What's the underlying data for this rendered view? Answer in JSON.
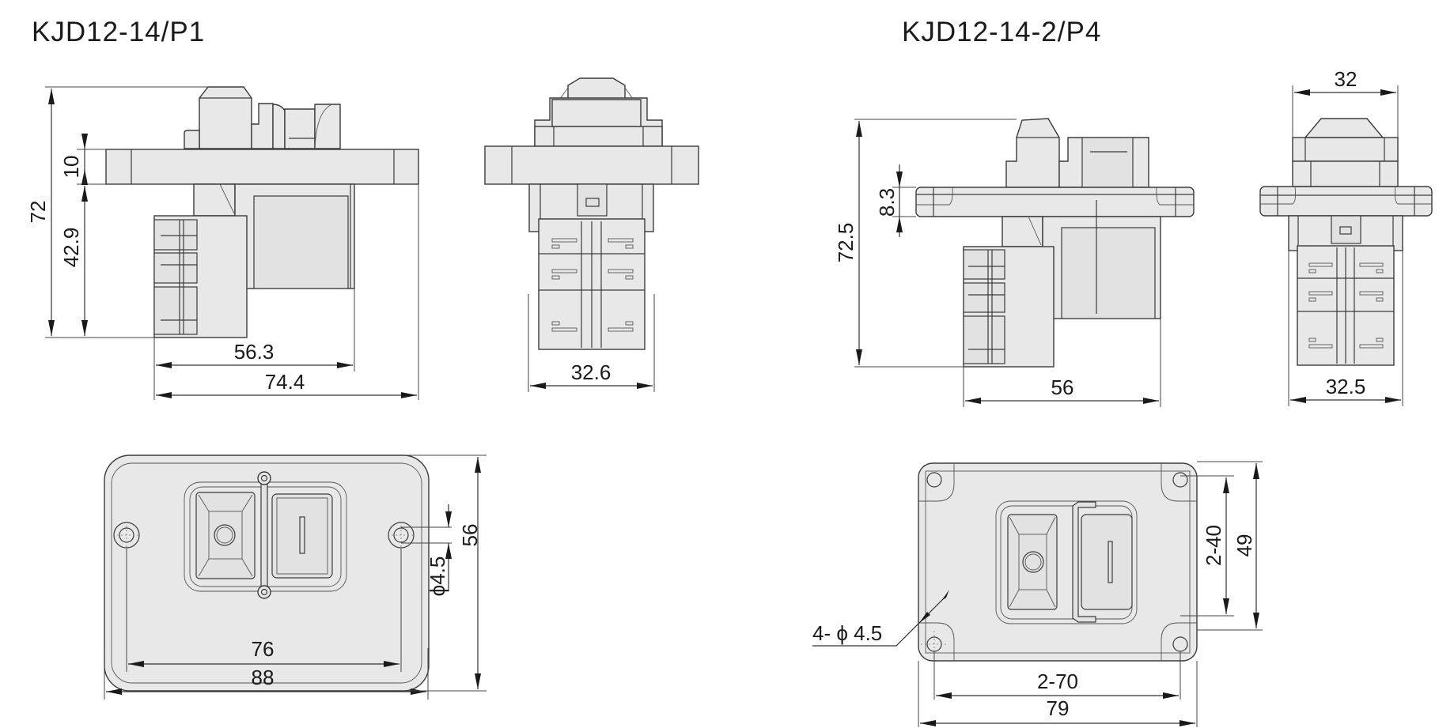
{
  "models": [
    {
      "name": "KJD12-14/P1",
      "side_view": {
        "overall_height": "72",
        "flange_thickness": "10",
        "below_flange_height": "42.9",
        "body_depth": "56.3",
        "overall_depth": "74.4"
      },
      "front_view": {
        "body_width": "32.6"
      },
      "top_view": {
        "hole_spacing": "76",
        "plate_width": "88",
        "plate_height": "56",
        "hole_diameter": "ϕ4.5"
      }
    },
    {
      "name": "KJD12-14-2/P4",
      "side_view": {
        "overall_height": "72.5",
        "flange_thickness": "8.3",
        "overall_depth": "56"
      },
      "front_view": {
        "top_width": "32",
        "body_width": "32.5"
      },
      "top_view": {
        "hole_spacing_x": "2-70",
        "plate_width": "79",
        "hole_spacing_y": "2-40",
        "plate_height": "49",
        "hole_spec": "4- ϕ 4.5"
      }
    }
  ],
  "colors": {
    "fill": "#e8e8e9",
    "outline": "#3b3b3b",
    "text": "#1a1a1a",
    "background": "#ffffff"
  }
}
